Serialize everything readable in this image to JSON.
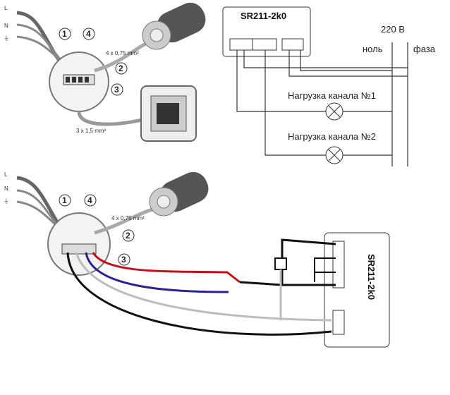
{
  "mains": {
    "l": "L",
    "n": "N",
    "ground": "⏚"
  },
  "callouts": {
    "c1": "1",
    "c2": "2",
    "c3": "3",
    "c4": "4"
  },
  "cables": {
    "motor": "4 x 0,75 mm²",
    "switch": "3 x 1,5 mm²"
  },
  "relay": {
    "title": "SR211-2k0"
  },
  "schematic": {
    "voltage": "220 В",
    "neutral": "ноль",
    "phase": "фаза",
    "load1": "Нагрузка канала №1",
    "load2": "Нагрузка канала №2"
  },
  "colors": {
    "red": "#c0121a",
    "blue": "#2a2290",
    "gray": "#bdbdbd",
    "black": "#111111"
  }
}
